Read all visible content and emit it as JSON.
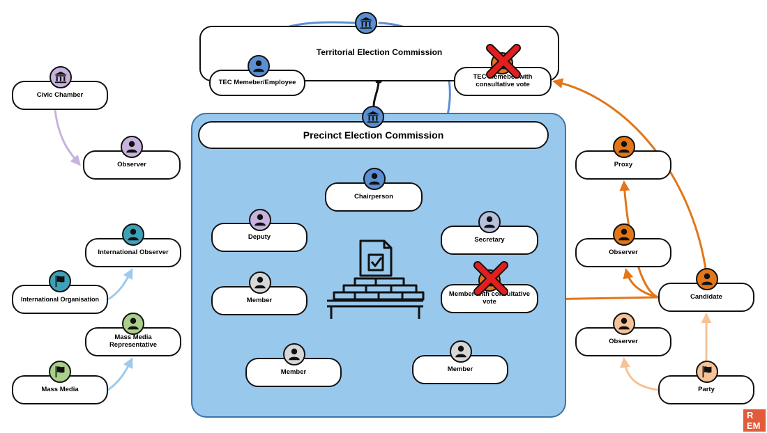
{
  "nodes": {
    "tec_title": "Territorial Election Commission",
    "tec_member": "TEC Memeber/Employee",
    "tec_consult": "TEC Memeber with consultative vote",
    "pec_title": "Precinct Election Commission",
    "chairperson": "Chairperson",
    "deputy": "Deputy",
    "secretary": "Secretary",
    "member_left": "Member",
    "member_consult": "Member with consultative vote",
    "member_bottom_left": "Member",
    "member_bottom_right": "Member",
    "civic_chamber": "Civic Chamber",
    "observer_left": "Observer",
    "intl_observer": "International Observer",
    "intl_org": "International Organisation",
    "mm_rep": "Mass Media Representative",
    "mass_media": "Mass Media",
    "proxy": "Proxy",
    "observer_right": "Observer",
    "candidate": "Candidate",
    "observer_party": "Observer",
    "party": "Party"
  },
  "icons": {
    "institution": "building-columns-icon",
    "person": "person-icon",
    "flag": "flag-icon",
    "ballot": "ballot-box-icon",
    "cross": "red-x-icon"
  },
  "logo": {
    "line1": "R",
    "line2": "EM"
  },
  "colors": {
    "pec_fill": "#98c8ec",
    "pec_border": "#3a74a8",
    "blue": "#5b8fd3",
    "purple": "#c7b3dd",
    "teal": "#3fa1b7",
    "green": "#a9cf8a",
    "orange": "#e27618",
    "light_orange": "#f5c396",
    "light_blue": "#9ccbec",
    "grey": "#d7d7d7",
    "cross": "#e41e1e"
  }
}
